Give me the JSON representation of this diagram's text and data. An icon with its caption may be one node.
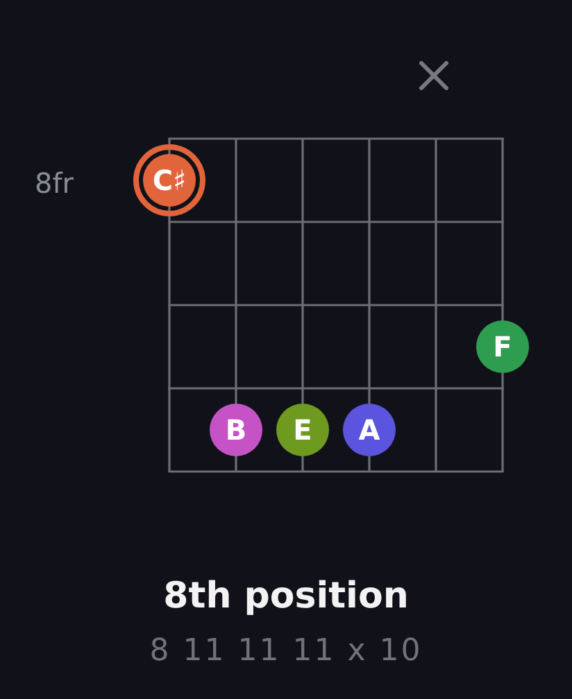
{
  "diagram": {
    "title": "8th position",
    "nodes": [
      {
        "text": [
          "C♯"
        ]
      },
      {
        "text": [
          "F"
        ]
      },
      {
        "text": [
          "B"
        ]
      },
      {
        "text": [
          "E"
        ]
      },
      {
        "text": [
          "A"
        ]
      }
    ],
    "labels": [
      "8fr",
      "8 11 11 11 x 10"
    ]
  }
}
